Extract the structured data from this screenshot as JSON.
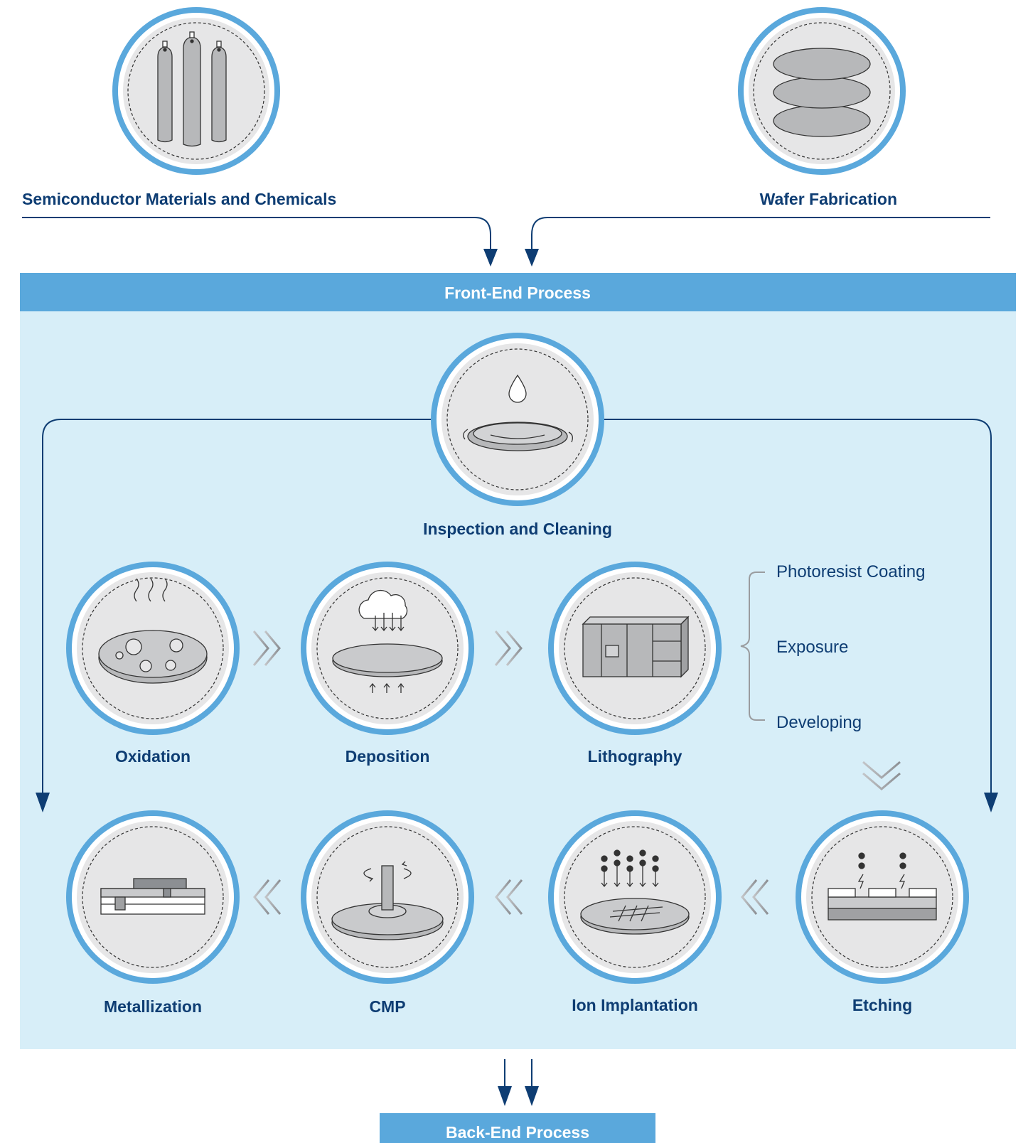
{
  "colors": {
    "navy": "#0e3d73",
    "ring": "#5aa8dc",
    "band": "#5aa8dc",
    "panel": "#d7eef8",
    "circle_fill": "#e6e6e7",
    "icon_gray": "#b7b8ba"
  },
  "top": {
    "materials_label": "Semiconductor Materials and Chemicals",
    "materials_icon": "gas-cylinders-icon",
    "wafer_label": "Wafer Fabrication",
    "wafer_icon": "stacked-wafers-icon"
  },
  "front_end": {
    "title": "Front-End Process",
    "inspection": {
      "label": "Inspection and Cleaning",
      "icon": "water-drop-wafer-icon"
    },
    "steps_row1": [
      {
        "label": "Oxidation",
        "icon": "oxidation-wafer-icon"
      },
      {
        "label": "Deposition",
        "icon": "cloud-deposition-icon"
      },
      {
        "label": "Lithography",
        "icon": "lithography-machine-icon"
      }
    ],
    "lithography_substeps": [
      "Photoresist Coating",
      "Exposure",
      "Developing"
    ],
    "steps_row2": [
      {
        "label": "Metallization",
        "icon": "metal-layer-icon"
      },
      {
        "label": "CMP",
        "icon": "polishing-pad-icon"
      },
      {
        "label": "Ion Implantation",
        "icon": "ion-beam-icon"
      },
      {
        "label": "Etching",
        "icon": "etching-layers-icon"
      }
    ]
  },
  "back_end": {
    "title": "Back-End Process"
  }
}
